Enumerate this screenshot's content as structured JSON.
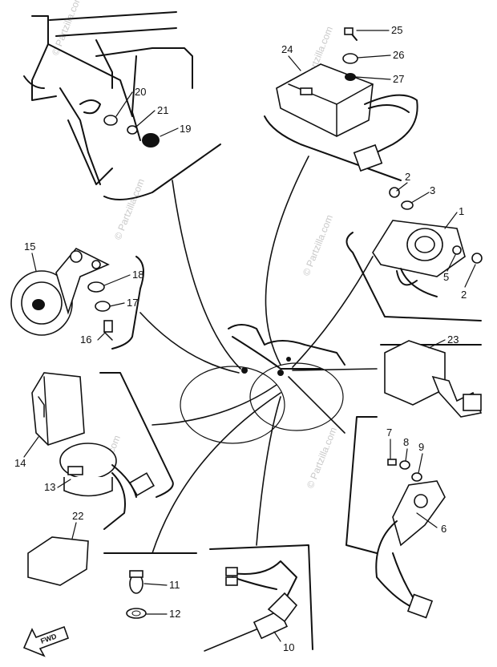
{
  "diagram": {
    "callouts": [
      "1",
      "2",
      "2",
      "3",
      "5",
      "6",
      "7",
      "8",
      "9",
      "10",
      "11",
      "12",
      "13",
      "14",
      "15",
      "16",
      "17",
      "18",
      "19",
      "20",
      "21",
      "22",
      "23",
      "24",
      "25",
      "26",
      "27"
    ],
    "forward_label": "FWD",
    "watermark": "© Partzilla.com"
  }
}
